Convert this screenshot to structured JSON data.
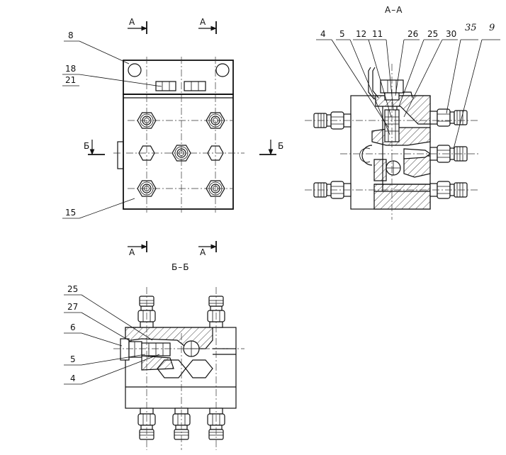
{
  "views": {
    "front": {
      "section_marks": {
        "a_top_left": "А",
        "a_top_right": "А",
        "a_bottom_left": "А",
        "a_bottom_right": "А",
        "b_left": "Б",
        "b_right": "Б"
      },
      "callouts": [
        "8",
        "18",
        "21",
        "15"
      ]
    },
    "section_aa": {
      "title": "А–А",
      "callouts": [
        "4",
        "5",
        "12",
        "11",
        "26",
        "25",
        "30",
        "35",
        "9"
      ]
    },
    "section_bb": {
      "title": "Б–Б",
      "callouts": [
        "25",
        "27",
        "6",
        "5",
        "4"
      ]
    }
  }
}
